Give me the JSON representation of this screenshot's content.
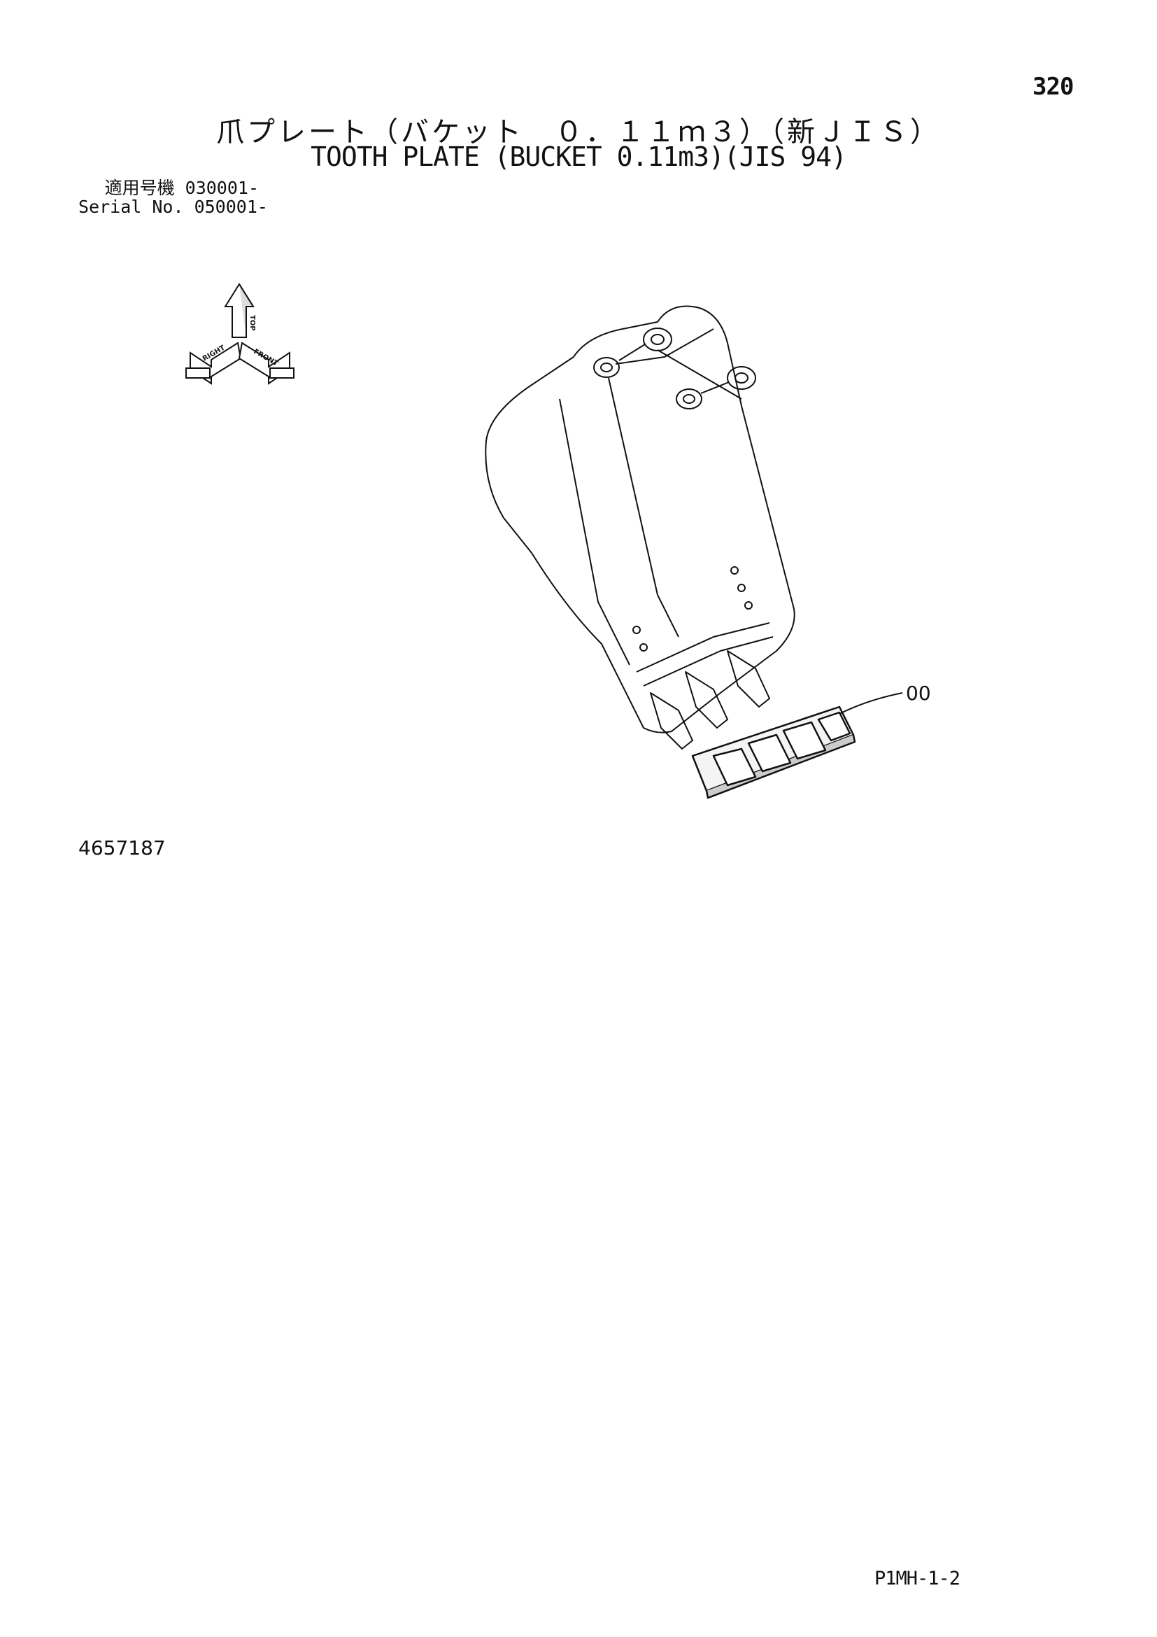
{
  "page": {
    "number": "320",
    "title_jp": "爪プレート（バケット　０．１１ｍ３）（新ＪＩＳ）",
    "title_en": "TOOTH PLATE (BUCKET 0.11m3)(JIS 94)",
    "serial": {
      "jp_label": "適用号機",
      "jp_value": "030001-",
      "en_label": "Serial No.",
      "en_value": "050001-"
    },
    "orientation_labels": {
      "top": "TOP",
      "right": "RIGHT",
      "front": "FRONT"
    },
    "callouts": [
      {
        "label": "00"
      }
    ],
    "drawing_number": "4657187",
    "footer_code": "P1MH-1-2"
  }
}
